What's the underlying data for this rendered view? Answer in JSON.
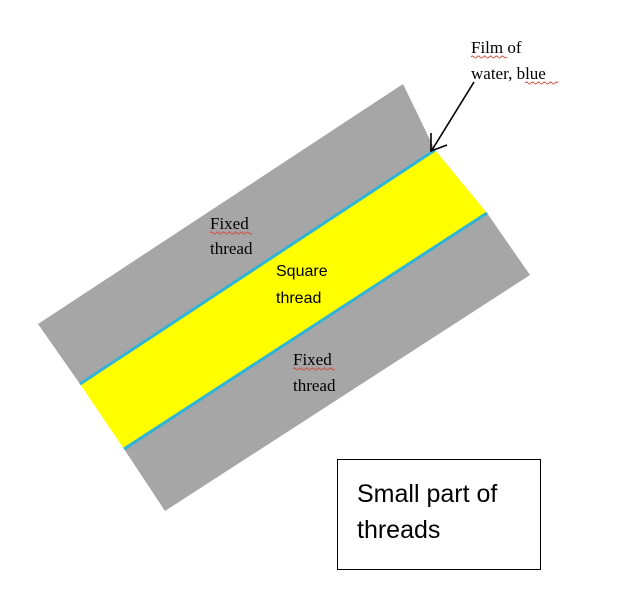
{
  "labels": {
    "fixed_top_line1": "Fixed",
    "fixed_top_line2": "thread",
    "square_line1": "Square",
    "square_line2": "thread",
    "fixed_bottom_line1": "Fixed",
    "fixed_bottom_line2": "thread",
    "film_line1": "Film of",
    "film_line2": "water, blue",
    "caption_line1": "Small part of",
    "caption_line2": "threads"
  },
  "colors": {
    "fixed_thread": "#a6a6a6",
    "square_thread": "#ffff00",
    "water_film": "#2fb4d8",
    "arrow": "#000000",
    "spellcheck_underline": "#d04a3a"
  }
}
